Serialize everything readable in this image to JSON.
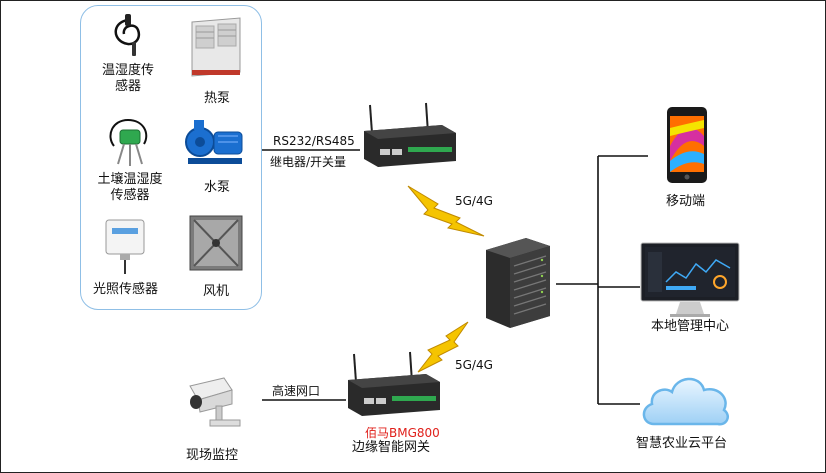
{
  "sensors": {
    "temp_humidity": [
      "温湿度传",
      "感器"
    ],
    "heat_pump": "热泵",
    "soil": [
      "土壤温湿度",
      "传感器"
    ],
    "water_pump": "水泵",
    "light": "光照传感器",
    "fan": "风机"
  },
  "links": {
    "serial": "RS232/RS485",
    "relay": "继电器/开关量",
    "net": "高速网口",
    "wireless_top": "5G/4G",
    "wireless_bottom": "5G/4G"
  },
  "gateway": {
    "model": "佰马BMG800",
    "name": "边缘智能网关"
  },
  "endpoints": {
    "mobile": "移动端",
    "local_center": "本地管理中心",
    "cloud": "智慧农业云平台",
    "camera": "现场监控"
  },
  "colors": {
    "lightning": "#f5c400",
    "lightning_edge": "#c08a00",
    "box_border": "#8fbfe6",
    "red_text": "#e0201b",
    "cloud": "#6ab6ea"
  }
}
